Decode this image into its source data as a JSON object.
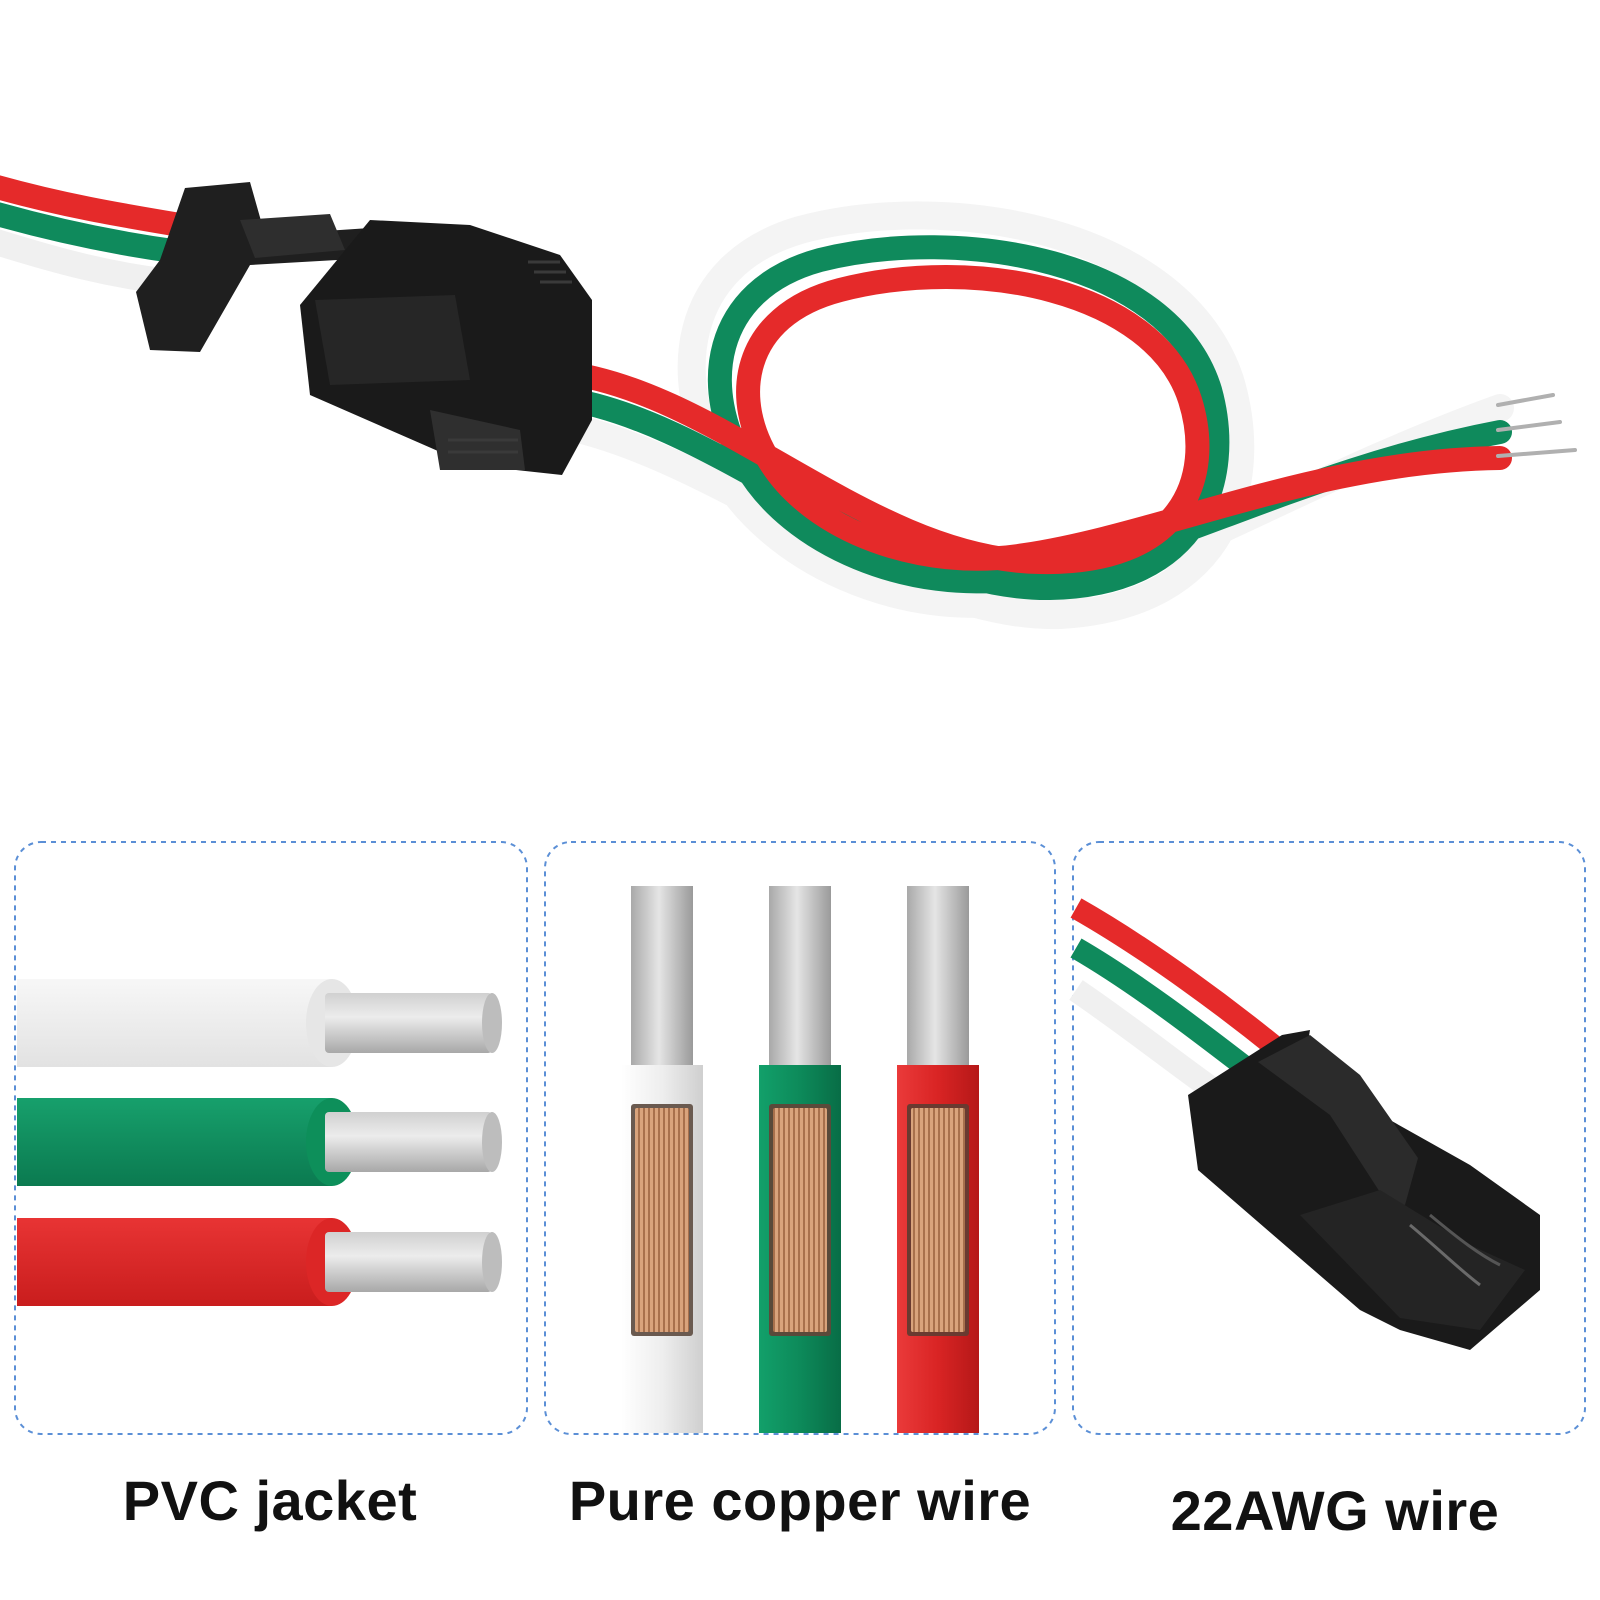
{
  "colors": {
    "wire_white": "#f2f2f2",
    "wire_green": "#0f8a5c",
    "wire_red": "#e52a2a",
    "connector": "#1c1c1c",
    "panel_border": "#5b8fd6",
    "copper": "#c7906a"
  },
  "panels": [
    {
      "name": "pvc-jacket",
      "caption": "PVC jacket"
    },
    {
      "name": "pure-copper-wire",
      "caption": "Pure copper wire"
    },
    {
      "name": "22awg-wire",
      "caption": "22AWG wire"
    }
  ]
}
